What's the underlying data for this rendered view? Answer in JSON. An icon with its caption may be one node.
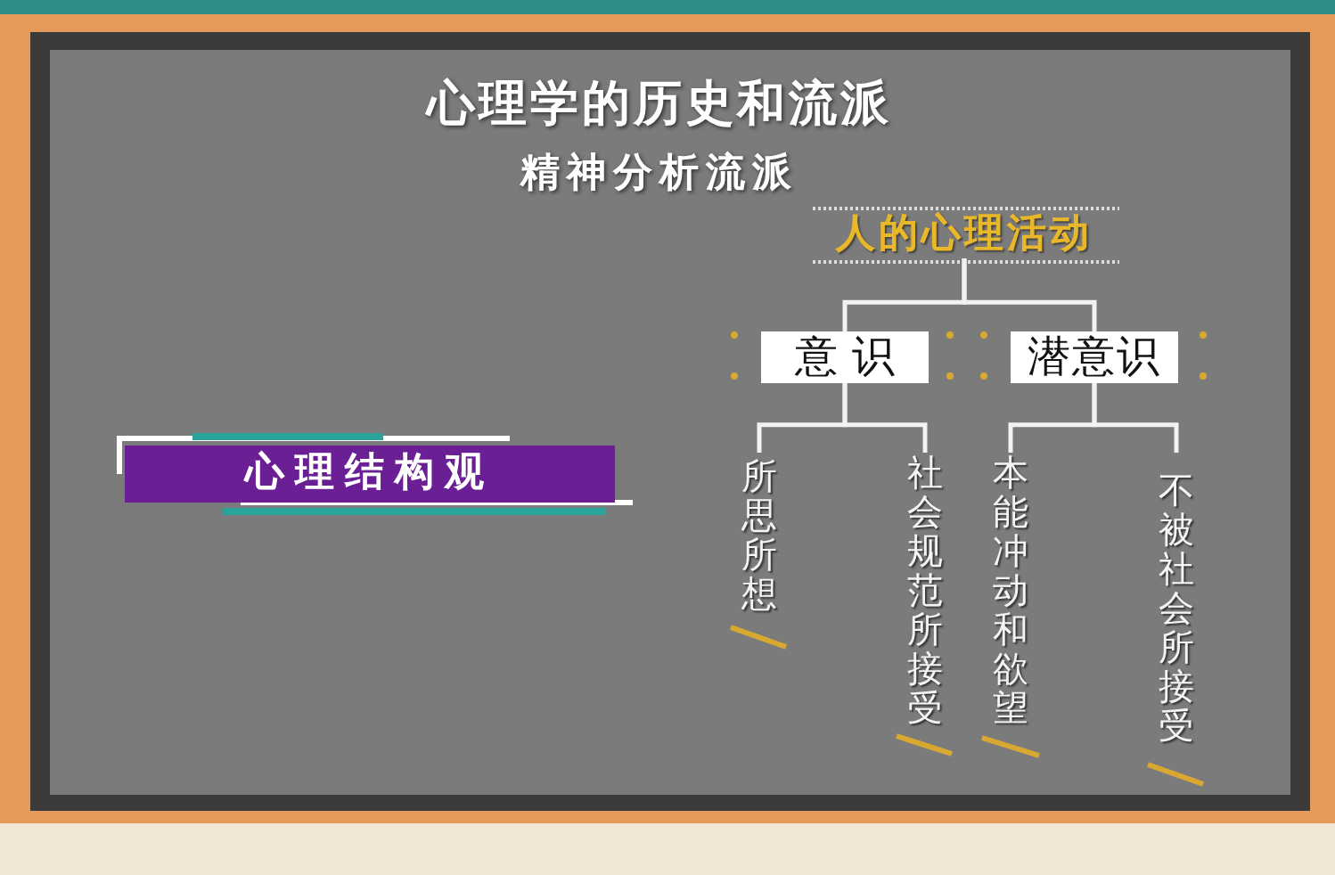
{
  "diagram": {
    "title": "心理学的历史和流派",
    "nodes": [
      {
        "text": [
          "人的心理活动"
        ]
      },
      {
        "text": [
          "意识"
        ]
      },
      {
        "text": [
          "潜意识"
        ]
      },
      {
        "text": [
          "所思所想"
        ]
      },
      {
        "text": [
          "社会规范所接受"
        ]
      },
      {
        "text": [
          "本能冲动和欲望"
        ]
      },
      {
        "text": [
          "不被社会所接受"
        ]
      },
      {
        "text": [
          "心理结构观"
        ]
      }
    ],
    "edges": [
      {
        "from": 0,
        "to": 1,
        "arrow": "none"
      },
      {
        "from": 0,
        "to": 2,
        "arrow": "none"
      },
      {
        "from": 1,
        "to": 3,
        "arrow": "none"
      },
      {
        "from": 1,
        "to": 4,
        "arrow": "none"
      },
      {
        "from": 2,
        "to": 5,
        "arrow": "none"
      },
      {
        "from": 2,
        "to": 6,
        "arrow": "none"
      }
    ],
    "labels": [
      "精神分析流派"
    ]
  }
}
